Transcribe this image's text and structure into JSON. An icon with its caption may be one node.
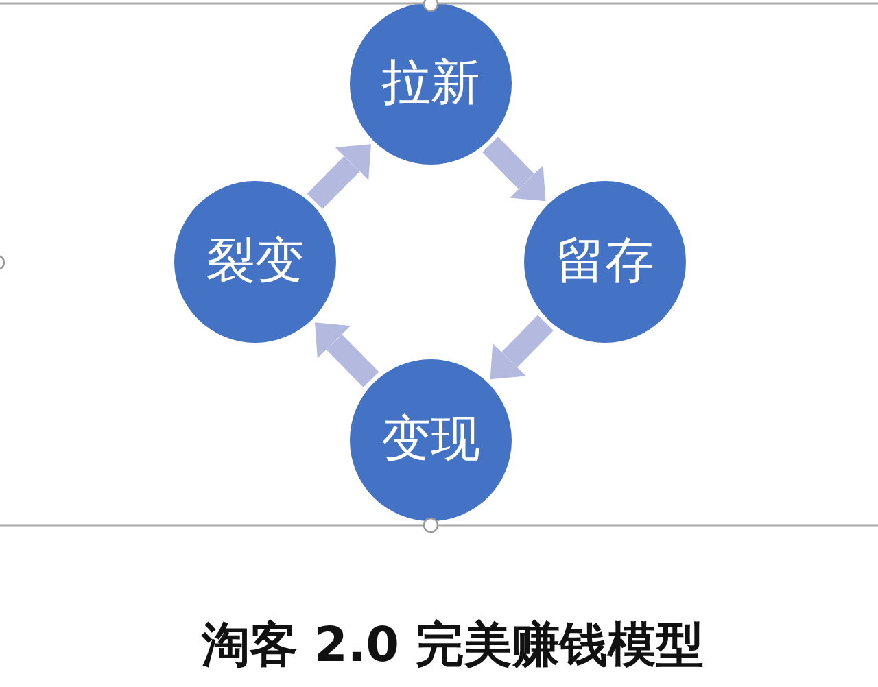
{
  "diagram": {
    "title": "淘客 2.0 完美赚钱模型",
    "nodes": [
      {
        "text": [
          "拉新"
        ]
      },
      {
        "text": [
          "裂变"
        ]
      },
      {
        "text": [
          "留存"
        ]
      },
      {
        "text": [
          "变现"
        ]
      }
    ],
    "edges": [
      {
        "from": 1,
        "to": 0,
        "arrow": "to"
      },
      {
        "from": 0,
        "to": 2,
        "arrow": "to"
      },
      {
        "from": 2,
        "to": 3,
        "arrow": "to"
      },
      {
        "from": 3,
        "to": 1,
        "arrow": "to"
      }
    ]
  }
}
